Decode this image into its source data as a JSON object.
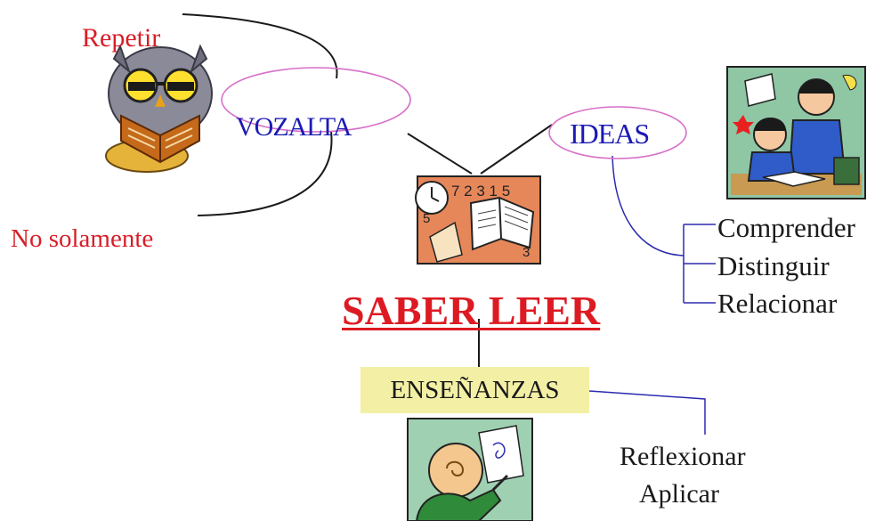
{
  "left_branch": {
    "top_label": "Repetir",
    "center_label": "VOZALTA",
    "bottom_label": "No solamente"
  },
  "ideas": {
    "label": "IDEAS",
    "subitems": [
      "Comprender",
      "Distinguir",
      "Relacionar"
    ]
  },
  "title": "SABER LEER",
  "ensenanzas": {
    "label": "ENSEÑANZAS",
    "actions": [
      "Reflexionar",
      "Aplicar"
    ]
  },
  "colors": {
    "red_text": "#d81e28",
    "blue_text": "#1c1ab4",
    "black_text": "#1a1a1a",
    "title_red": "#dd1a22",
    "ellipse_pink": "#d76fc9",
    "connector_blue": "#2b2bb0",
    "ens_box": "#f3f0a6"
  },
  "icons": {
    "owl": "owl-reading-book-icon",
    "book": "book-clock-numbers-icon",
    "students": "students-studying-icon",
    "writer": "person-writing-icon"
  }
}
